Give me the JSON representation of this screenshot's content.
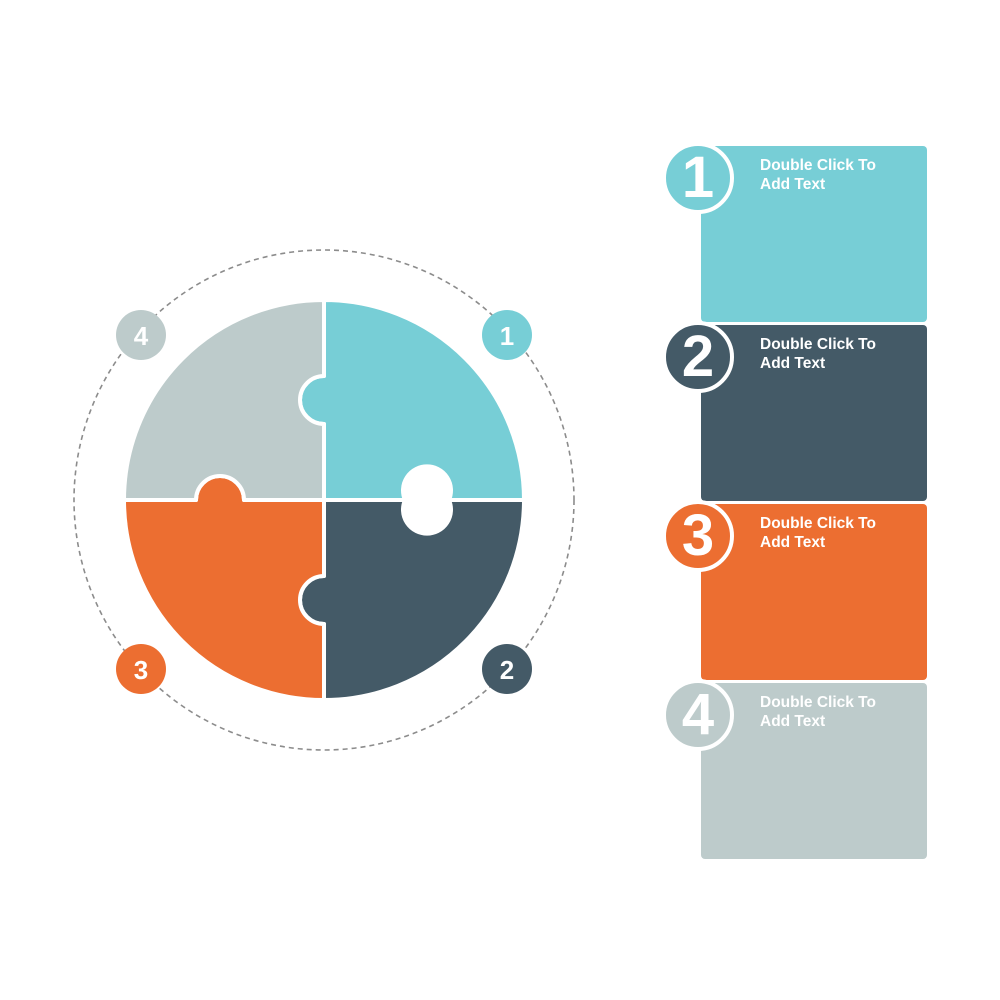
{
  "colors": {
    "teal": "#77ced6",
    "slate": "#445a67",
    "orange": "#ec6e31",
    "gray": "#bdcbcb",
    "ring": "#8c8c8c"
  },
  "puzzle": {
    "pieces": [
      {
        "id": "1",
        "color": "#77ced6",
        "marker": "1"
      },
      {
        "id": "2",
        "color": "#445a67",
        "marker": "2"
      },
      {
        "id": "3",
        "color": "#ec6e31",
        "marker": "3"
      },
      {
        "id": "4",
        "color": "#bdcbcb",
        "marker": "4"
      }
    ]
  },
  "steps": [
    {
      "number": "1",
      "line1": "Double Click To",
      "line2": "Add Text",
      "color": "#77ced6"
    },
    {
      "number": "2",
      "line1": "Double Click To",
      "line2": "Add Text",
      "color": "#445a67"
    },
    {
      "number": "3",
      "line1": "Double Click To",
      "line2": "Add Text",
      "color": "#ec6e31"
    },
    {
      "number": "4",
      "line1": "Double Click To",
      "line2": "Add Text",
      "color": "#bdcbcb"
    }
  ]
}
